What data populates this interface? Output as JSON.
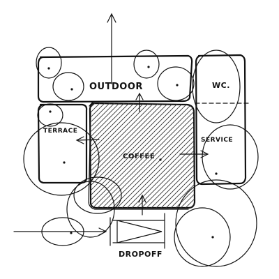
{
  "labels": {
    "outdoor": "OUTDOOR",
    "wc": "WC.",
    "terrace": "TERRACE",
    "coffee": "COFFEE",
    "service": "SERVICE",
    "dropoff": "DROPOFF"
  }
}
